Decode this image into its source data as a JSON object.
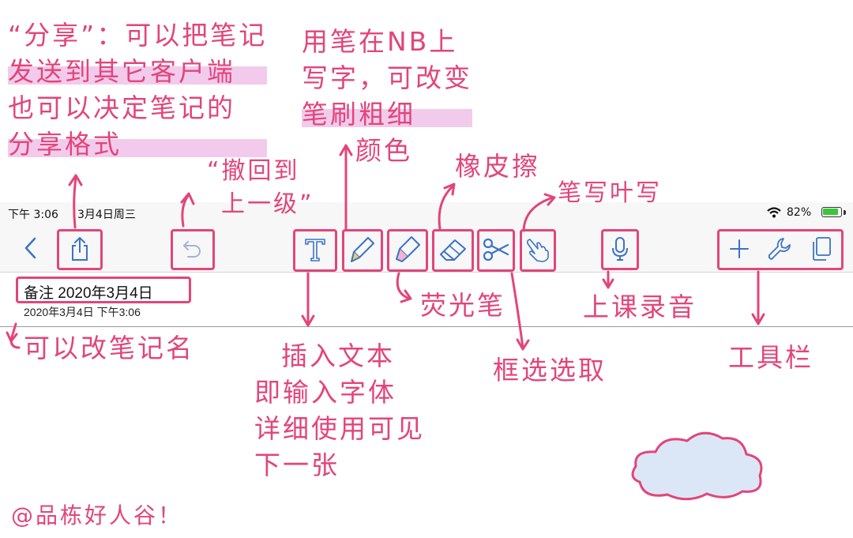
{
  "status_bar": {
    "time": "下午 3:06",
    "date": "3月4日周三",
    "battery_percent": "82%",
    "battery_level": 0.82
  },
  "toolbar": {
    "icons": [
      "back-chevron-icon",
      "share-icon",
      "undo-icon",
      "text-icon",
      "pen-icon",
      "highlighter-icon",
      "eraser-icon",
      "scissors-icon",
      "hand-pointer-icon",
      "microphone-icon",
      "plus-icon",
      "wrench-icon",
      "pages-icon"
    ],
    "accent_color": "#3b73c5"
  },
  "note": {
    "title": "备注 2020年3月4日",
    "date": "2020年3月4日 下午3:06"
  },
  "annotations": {
    "share": [
      "“分享”：可以把笔记",
      "发送到其它客户端",
      "也可以决定笔记的",
      "分享格式"
    ],
    "pen": [
      "用笔在NB上",
      "写字，可改变",
      "笔刷粗细",
      "颜色"
    ],
    "undo": [
      "“撤回到",
      "上一级”"
    ],
    "eraser": "橡皮擦",
    "handwrite": "笔写叶写",
    "highlighter": "荧光笔",
    "record": "上课录音",
    "rename": "可以改笔记名",
    "text": [
      "插入文本",
      "即输入字体",
      "详细使用可见",
      "下一张"
    ],
    "lasso": "框选选取",
    "tools": "工具栏",
    "signature": "@品栋好人谷！",
    "annotation_color": "#e2457a"
  }
}
